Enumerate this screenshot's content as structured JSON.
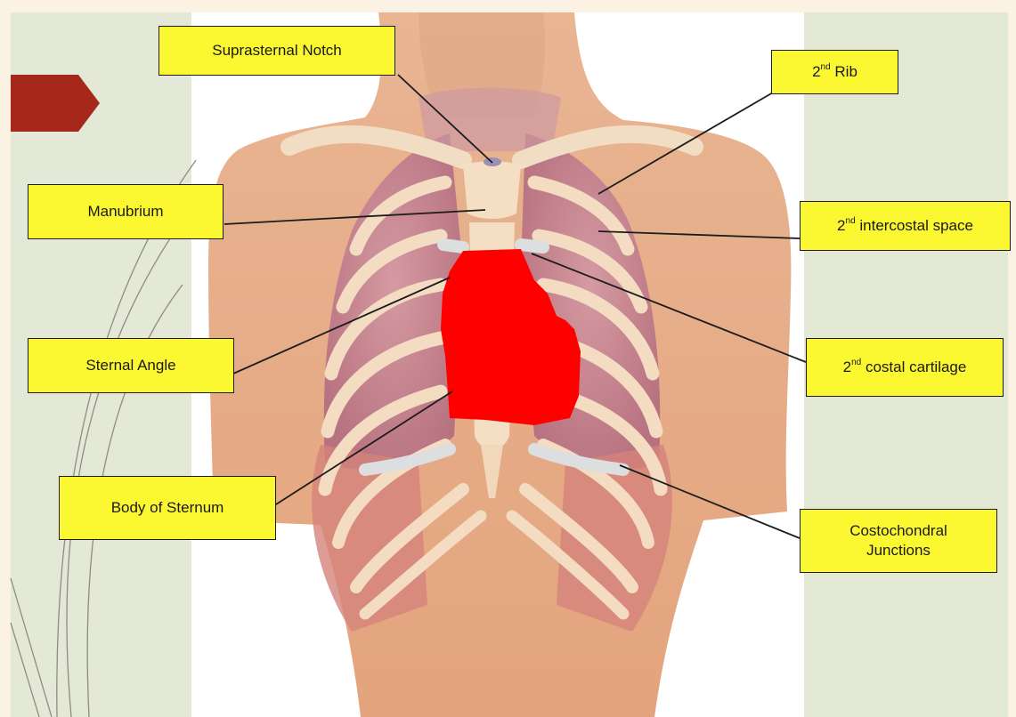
{
  "diagram": {
    "labels": {
      "suprasternal_notch": "Suprasternal Notch",
      "manubrium": "Manubrium",
      "sternal_angle": "Sternal Angle",
      "body_of_sternum": "Body of Sternum",
      "second_rib": {
        "num": "2",
        "sup": "nd",
        "text": " Rib"
      },
      "second_intercostal_space": {
        "num": "2",
        "sup": "nd",
        "text": " intercostal space"
      },
      "second_costal_cartilage": {
        "num": "2",
        "sup": "nd",
        "text": " costal cartilage"
      },
      "costochondral_junctions": {
        "line1": "Costochondral",
        "line2": "Junctions"
      }
    },
    "colors": {
      "label_fill": "#fbf730",
      "highlight": "#ff0000",
      "slide_background": "#e8ecdc",
      "arrow_accent": "#a5281a",
      "page_border": "#fcf2e3"
    }
  }
}
